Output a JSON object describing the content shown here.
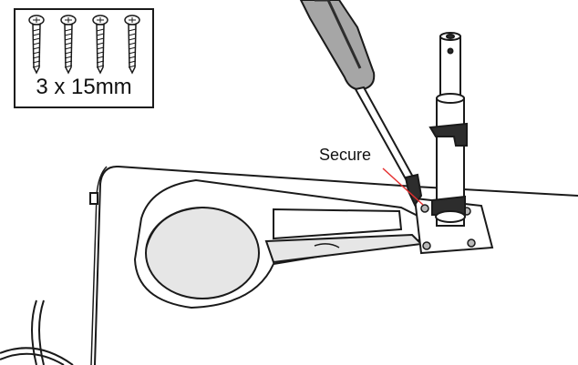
{
  "inset": {
    "screw_spec": "3 x 15mm",
    "screw_count": 4
  },
  "callout": {
    "label": "Secure",
    "line_color": "#e53030"
  },
  "colors": {
    "line": "#1a1a1a",
    "fill_light": "#e6e6e6",
    "fill_mid": "#b8b8b8",
    "fill_dark": "#2d2d2d",
    "tool_grip": "#a6a6a6"
  }
}
